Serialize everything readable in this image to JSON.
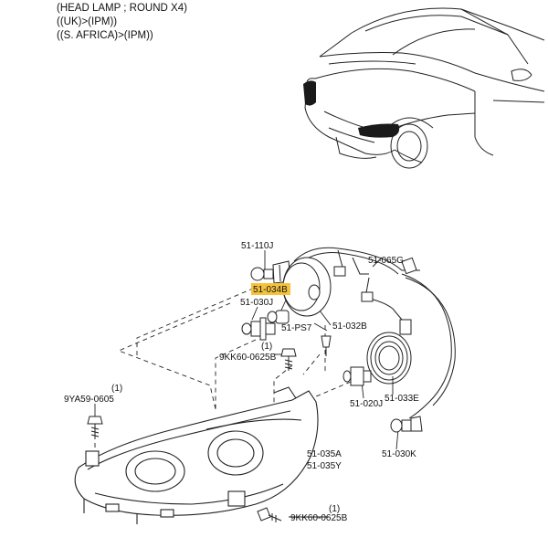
{
  "header": {
    "line1": "(HEAD LAMP ; ROUND X4)",
    "line2": "((UK)>(IPM))",
    "line3": "((S. AFRICA)>(IPM))"
  },
  "callouts": {
    "p_51_110J": "51-110J",
    "p_51_065G": "51-065G",
    "p_51_034B": "51-034B",
    "p_51_030J": "51-030J",
    "p_51_PS7": "51-PS7",
    "p_51_032B": "51-032B",
    "qty_9KK_upper": "(1)",
    "p_9KK_upper": "9KK60-0625B",
    "p_51_020J": "51-020J",
    "p_51_033E": "51-033E",
    "qty_9YA": "(1)",
    "p_9YA": "9YA59-0605",
    "p_51_030K": "51-030K",
    "p_51_035A": "51-035A",
    "p_51_035Y": "51-035Y",
    "qty_9KK_lower": "(1)",
    "p_9KK_lower": "9KK60-0625B"
  },
  "colors": {
    "highlight": "#f5c23c",
    "line": "#222222",
    "lamp_fill": "#1a1a1a"
  }
}
